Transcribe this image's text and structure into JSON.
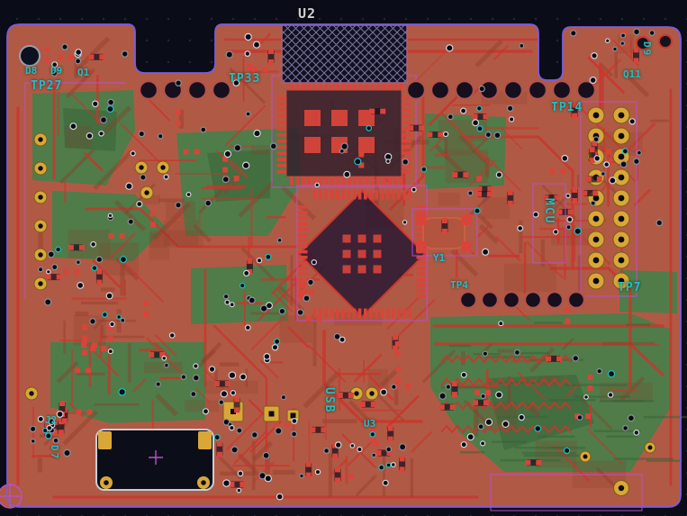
{
  "labels": {
    "u2": "U2",
    "tp27": "TP27",
    "tp33": "TP33",
    "d8": "D8",
    "d9_left": "D9",
    "q1": "Q1",
    "d9_right": "D9",
    "q11": "Q11",
    "tp14": "TP14",
    "mcu": "MCU",
    "tp7": "TP7",
    "tp4": "TP4",
    "y1": "Y1",
    "usb": "USB",
    "u3": "U3",
    "j2": "J2",
    "d7": "D7"
  },
  "colors": {
    "bg": "#0a0d17",
    "copper": "#b05a45",
    "copper_dark": "#8f3a28",
    "trace": "#cb352c",
    "pad": "#d8443a",
    "zone": "#4f7c49",
    "zone_dark": "#3a6238",
    "gold": "#d9a738",
    "via_fill": "#0a0a12",
    "edge": "#7a5ce0",
    "silk": "#1ec1c1",
    "courtyard": "#bb4fd0",
    "label": "#cfcfcf",
    "connector": "#c9ccd4"
  }
}
